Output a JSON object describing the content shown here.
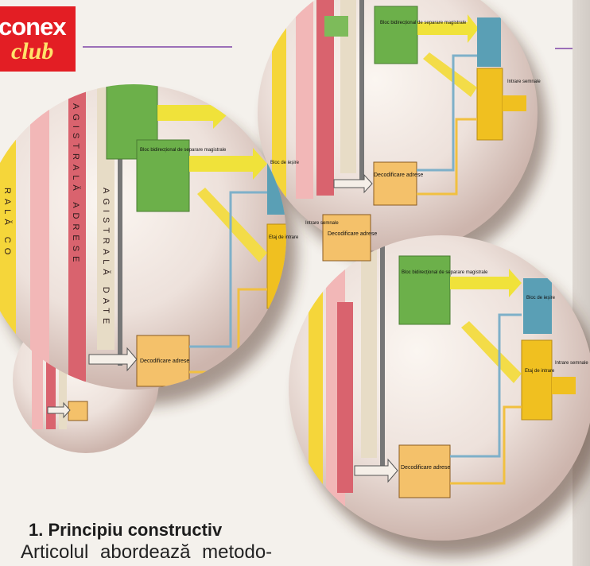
{
  "logo": {
    "brand": "conex",
    "sub": "club"
  },
  "labels": {
    "bus_address": "MAGISTRALĂ ADRESE",
    "bus_data": "MAGISTRALĂ DATE",
    "bus_control": "MAGISTRALĂ CONTROL",
    "bus_address_short": "AGISTRALĂ ADRESE",
    "bus_data_short": "AGISTRALĂ DATE",
    "bus_addr_frag": "ISTRALĂ ADRESE",
    "bus_ctrl_frag": "RALĂ CO",
    "green_block": "Bloc bidirecțional de separare magistrale",
    "blue_block": "Bloc de ieșire",
    "yellow_block": "Etaj de intrare",
    "decoder": "Decodificare adrese",
    "input_signals": "Intrare semnale"
  },
  "article": {
    "heading": "1. Principiu constructiv",
    "text": "Articolul abordează metodo-"
  }
}
